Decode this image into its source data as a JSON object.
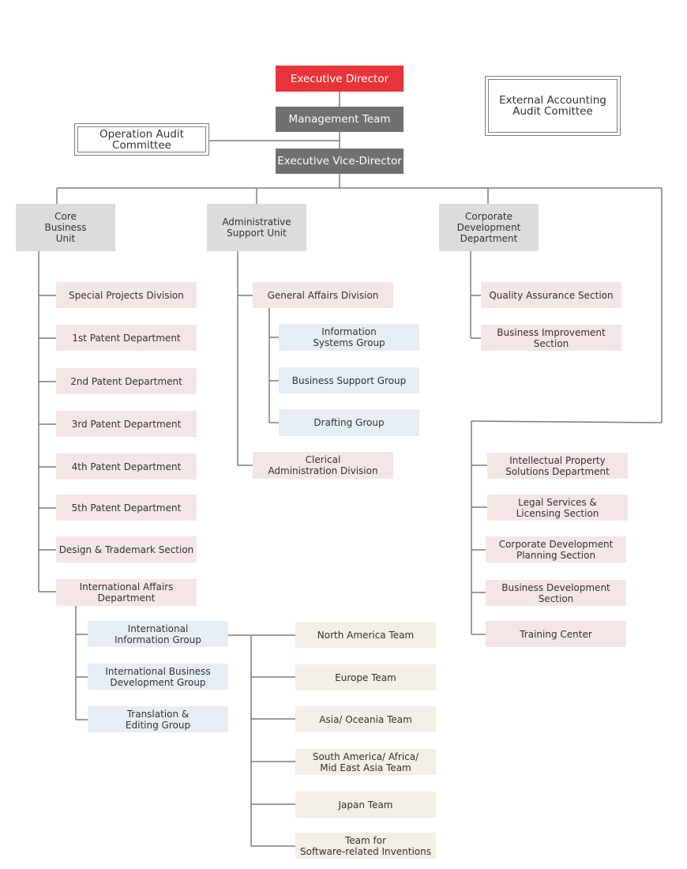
{
  "colors": {
    "executive": "#e8333b",
    "management": "#707070",
    "unit": "#dcdcdc",
    "division": "#f5e6e6",
    "group": "#e6eef4",
    "team": "#f3efe6",
    "connector": "#7d7d7d"
  },
  "top": {
    "executive_director": "Executive Director",
    "management_team": "Management Team",
    "executive_vice_director": "Executive Vice-Director",
    "operation_audit_committee": "Operation Audit\nCommittee",
    "external_accounting_audit": "External Accounting\nAudit Comittee"
  },
  "core": {
    "title": "Core\nBusiness\nUnit",
    "items": [
      "Special Projects Division",
      "1st Patent Department",
      "2nd Patent Department",
      "3rd Patent Department",
      "4th Patent Department",
      "5th Patent Department",
      "Design & Trademark Section",
      "International Affairs\nDepartment"
    ],
    "intl_groups": [
      "International\nInformation Group",
      "International Business\nDevelopment Group",
      "Translation &\nEditing Group"
    ],
    "teams": [
      "North America Team",
      "Europe Team",
      "Asia/ Oceania Team",
      "South America/ Africa/\nMid East Asia Team",
      "Japan Team",
      "Team for\nSoftware-related Inventions"
    ]
  },
  "admin": {
    "title": "Administrative\nSupport Unit",
    "general_affairs": "General Affairs Division",
    "groups": [
      "Information\nSystems Group",
      "Business Support Group",
      "Drafting Group"
    ],
    "clerical": "Clerical\nAdministration Division"
  },
  "corpdev": {
    "title": "Corporate\nDevelopment\nDepartment",
    "sections": [
      "Quality Assurance Section",
      "Business Improvement\nSection"
    ],
    "others": [
      "Intellectual Property\nSolutions Department",
      "Legal Services &\nLicensing Section",
      "Corporate Development\nPlanning Section",
      "Business Development\nSection",
      "Training Center"
    ]
  }
}
